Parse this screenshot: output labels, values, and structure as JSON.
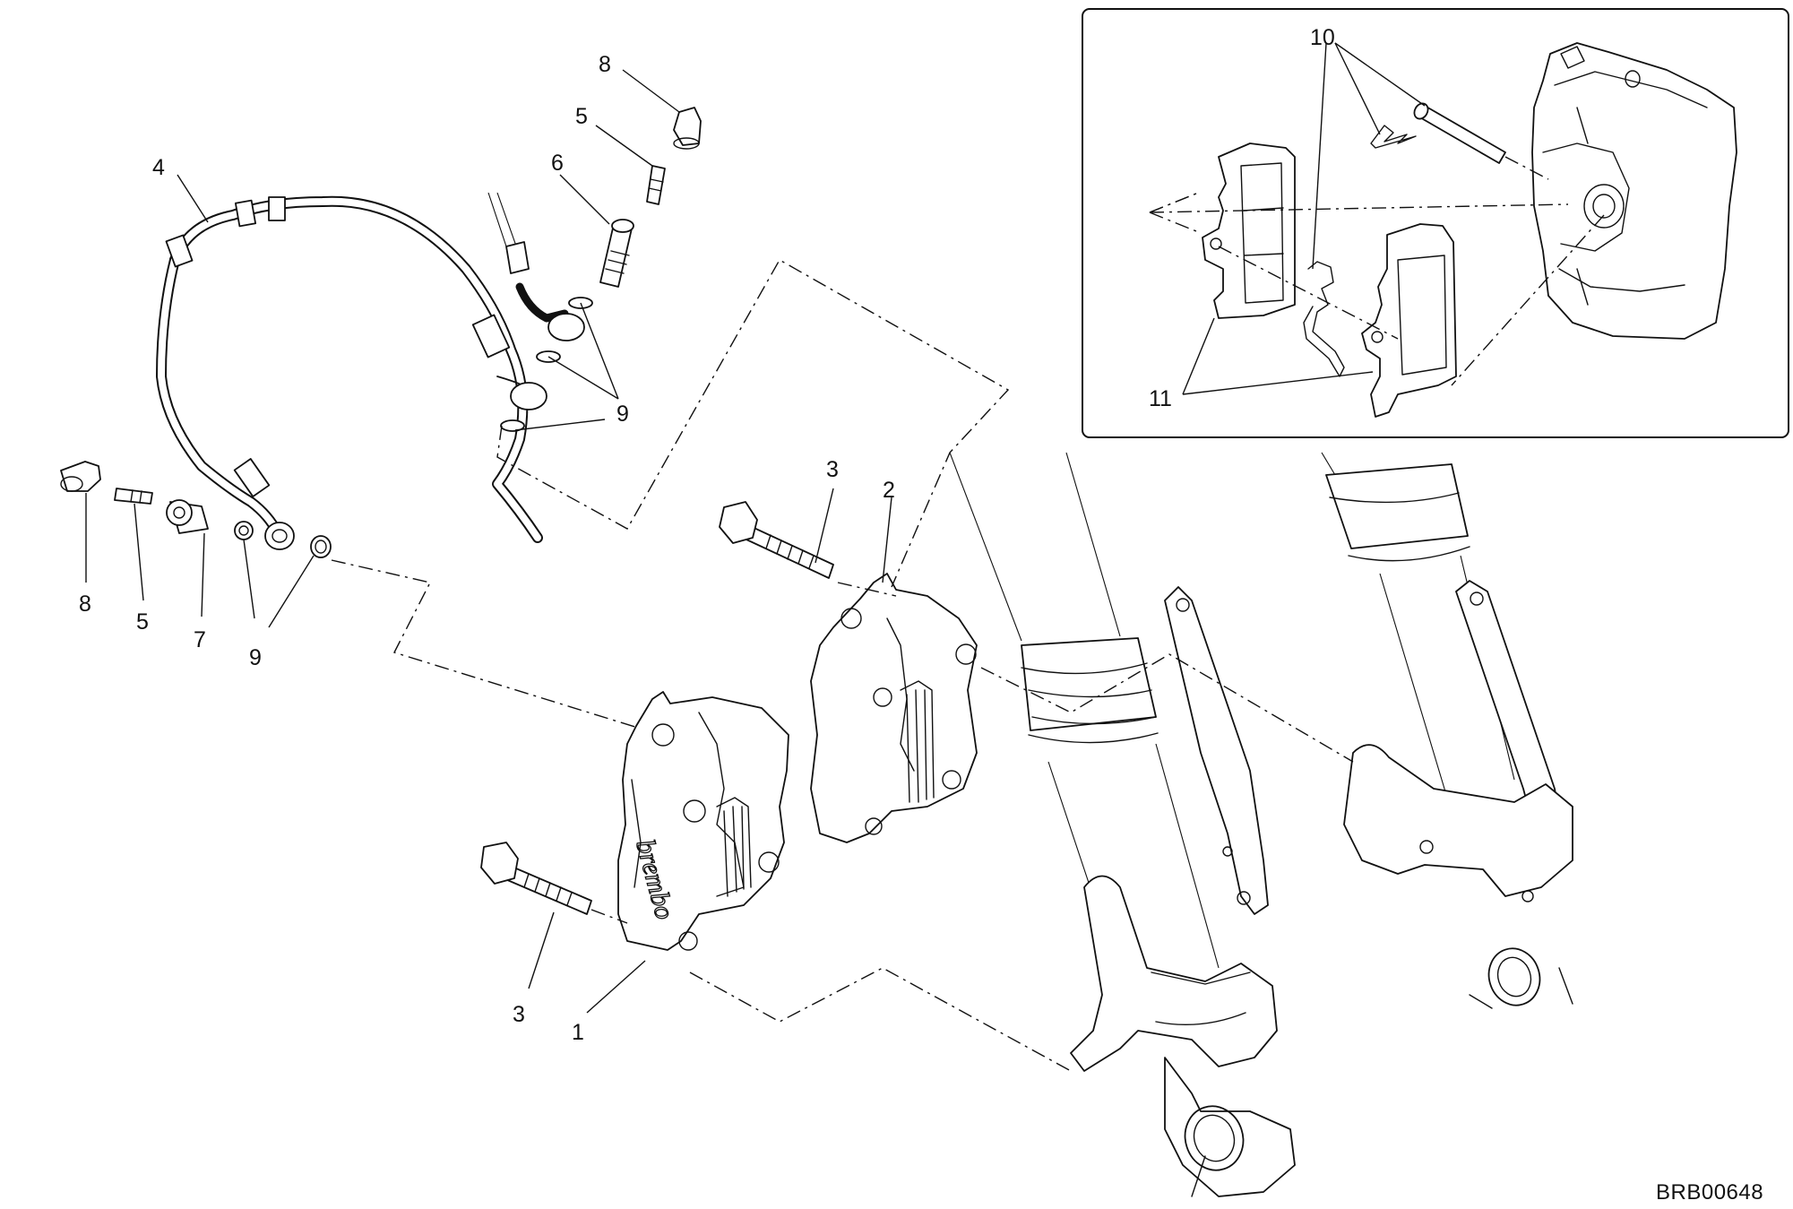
{
  "drawing": {
    "code": "BRB00648",
    "brand_mark": "brembo"
  },
  "callouts": [
    {
      "id": "c1",
      "text": "1"
    },
    {
      "id": "c2",
      "text": "2"
    },
    {
      "id": "c3a",
      "text": "3"
    },
    {
      "id": "c3b",
      "text": "3"
    },
    {
      "id": "c4",
      "text": "4"
    },
    {
      "id": "c5a",
      "text": "5"
    },
    {
      "id": "c5b",
      "text": "5"
    },
    {
      "id": "c6",
      "text": "6"
    },
    {
      "id": "c7",
      "text": "7"
    },
    {
      "id": "c8a",
      "text": "8"
    },
    {
      "id": "c8b",
      "text": "8"
    },
    {
      "id": "c9a",
      "text": "9"
    },
    {
      "id": "c9b",
      "text": "9"
    },
    {
      "id": "c10",
      "text": "10"
    },
    {
      "id": "c11",
      "text": "11"
    }
  ]
}
